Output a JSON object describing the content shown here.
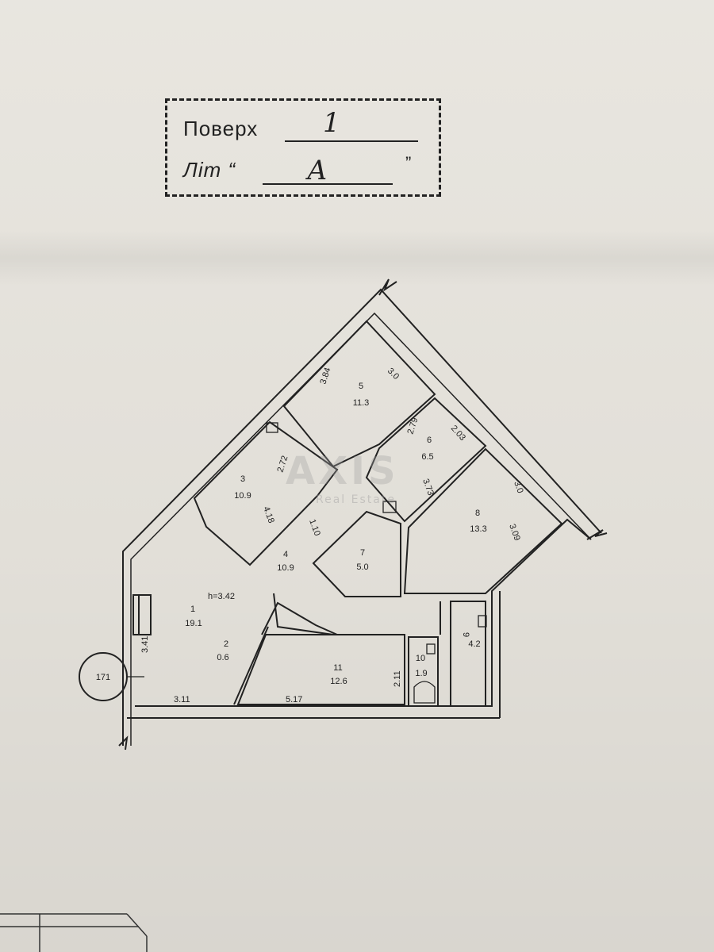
{
  "stamp": {
    "floor_label": "Поверх",
    "floor_value": "1",
    "lit_label": "Літ “",
    "lit_value": "А",
    "lit_close": "”"
  },
  "plan": {
    "height_note": "h=3.42",
    "grid_marker": "171",
    "rooms": [
      {
        "no": "1",
        "area": "19.1"
      },
      {
        "no": "2",
        "area": "0.6"
      },
      {
        "no": "3",
        "area": "10.9"
      },
      {
        "no": "4",
        "area": "10.9"
      },
      {
        "no": "5",
        "area": "11.3"
      },
      {
        "no": "6",
        "area": "6.5"
      },
      {
        "no": "7",
        "area": "5.0"
      },
      {
        "no": "8",
        "area": "13.3"
      },
      {
        "no": "9",
        "area": "4.2"
      },
      {
        "no": "10",
        "area": "1.9"
      },
      {
        "no": "11",
        "area": "12.6"
      }
    ],
    "dimensions": [
      "3.84",
      "3.0",
      "2.79",
      "2.03",
      "2.72",
      "4.18",
      "1.10",
      "3.73",
      "3.0",
      "3.09",
      "3.41",
      "3.11",
      "5.17",
      "2.11"
    ]
  },
  "watermark": {
    "brand": "AXIS",
    "sub": "Real Estate"
  }
}
